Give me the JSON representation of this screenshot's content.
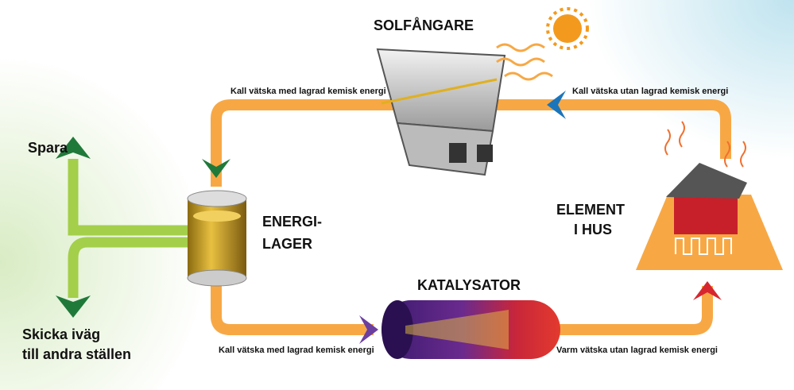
{
  "labels": {
    "solar_collector": "SOLFÅNGARE",
    "storage_line1": "ENERGI-",
    "storage_line2": "LAGER",
    "house_line1": "ELEMENT",
    "house_line2": "I HUS",
    "catalyst": "KATALYSATOR",
    "save": "Spara",
    "send_line1": "Skicka iväg",
    "send_line2": "till andra ställen"
  },
  "flows": {
    "top_left": "Kall vätska med lagrad kemisk energi",
    "top_right": "Kall vätska utan lagrad kemisk energi",
    "bottom_left": "Kall vätska med lagrad kemisk energi",
    "bottom_right": "Varm vätska utan lagrad kemisk energi"
  },
  "colors": {
    "loop": "#f7a845",
    "green_line": "#a3cf4a",
    "green_arrow": "#1f7a3a",
    "blue_arrow": "#1b75bb",
    "purple_arrow": "#6b3fa0",
    "red_arrow": "#d7262e"
  }
}
